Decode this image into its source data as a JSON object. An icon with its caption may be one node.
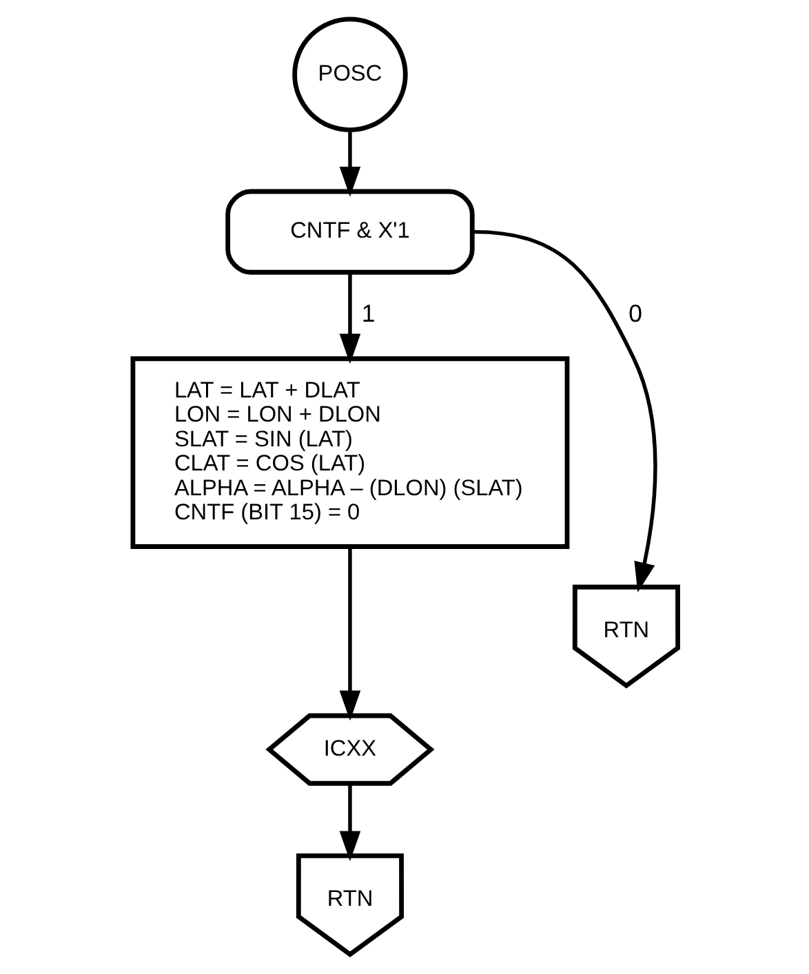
{
  "diagram": {
    "nodes": [
      {
        "text": [
          "POSC"
        ]
      },
      {
        "text": [
          "CNTF & X'1"
        ]
      },
      {
        "text": [
          "RTN"
        ]
      },
      {
        "text": [
          "LAT = LAT + DLAT",
          "LON = LON + DLON",
          "SLAT = SIN (LAT)",
          "CLAT = COS (LAT)",
          "ALPHA = ALPHA – (DLON) (SLAT)",
          "CNTF (BIT 15) = 0"
        ]
      },
      {
        "text": [
          "ICXX"
        ]
      },
      {
        "text": [
          "RTN"
        ]
      }
    ],
    "edges": [
      {
        "from": 0,
        "to": 1,
        "arrow": "to"
      },
      {
        "from": 1,
        "to": 3,
        "label": "1",
        "arrow": "to"
      },
      {
        "from": 1,
        "to": 2,
        "label": "0",
        "arrow": "to"
      },
      {
        "from": 3,
        "to": 4,
        "arrow": "to"
      },
      {
        "from": 4,
        "to": 5,
        "arrow": "to"
      }
    ]
  }
}
